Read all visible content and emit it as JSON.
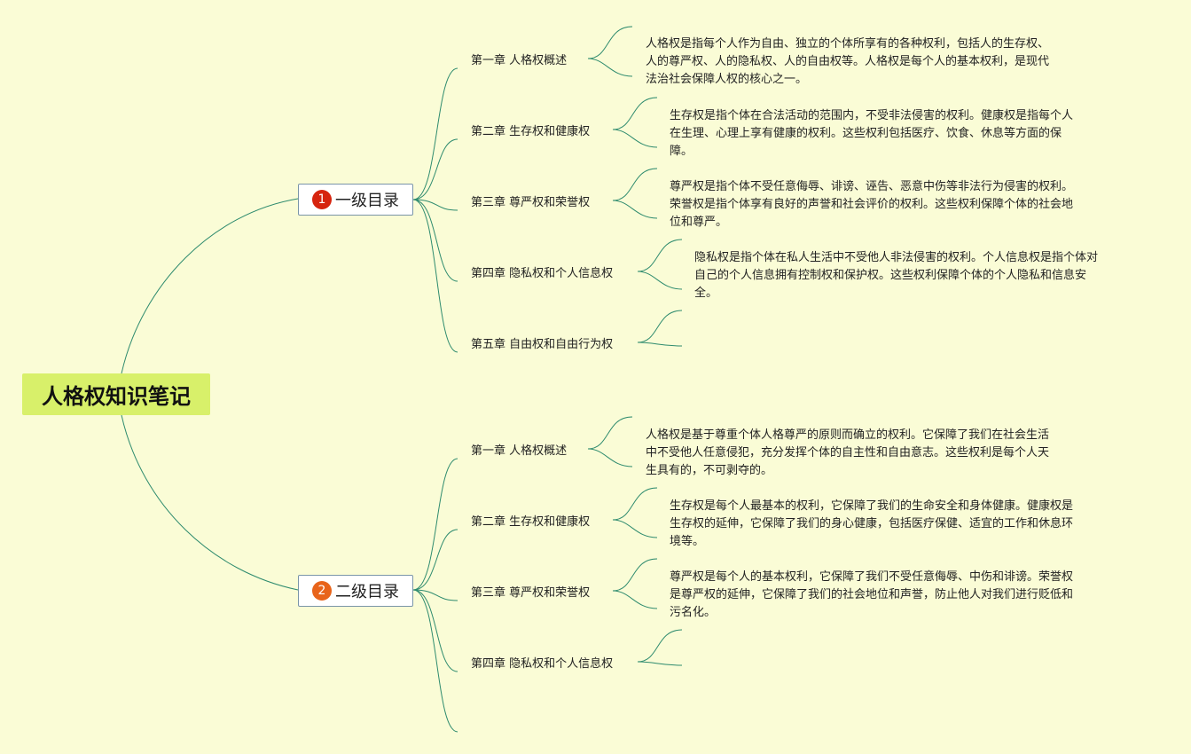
{
  "root": {
    "title": "人格权知识笔记",
    "color": "#d8f06a"
  },
  "line_color": "#2e8b6e",
  "branches": [
    {
      "label": "一级目录",
      "badge": "1",
      "badge_color": "#d6240e",
      "chapters": [
        {
          "title": "第一章 人格权概述",
          "desc": [
            "人格权是指每个人作为自由、独立的个体所享有的各种权利，包括人的生存权、",
            "人的尊严权、人的隐私权、人的自由权等。人格权是每个人的基本权利，是现代",
            "法治社会保障人权的核心之一。"
          ]
        },
        {
          "title": "第二章 生存权和健康权",
          "desc": [
            "生存权是指个体在合法活动的范围内，不受非法侵害的权利。健康权是指每个人",
            "在生理、心理上享有健康的权利。这些权利包括医疗、饮食、休息等方面的保",
            "障。"
          ]
        },
        {
          "title": "第三章 尊严权和荣誉权",
          "desc": [
            "尊严权是指个体不受任意侮辱、诽谤、诬告、恶意中伤等非法行为侵害的权利。",
            "荣誉权是指个体享有良好的声誉和社会评价的权利。这些权利保障个体的社会地",
            "位和尊严。"
          ]
        },
        {
          "title": "第四章 隐私权和个人信息权",
          "desc": [
            "隐私权是指个体在私人生活中不受他人非法侵害的权利。个人信息权是指个体对",
            "自己的个人信息拥有控制权和保护权。这些权利保障个体的个人隐私和信息安",
            "全。"
          ]
        },
        {
          "title": "第五章 自由权和自由行为权",
          "desc": []
        }
      ]
    },
    {
      "label": "二级目录",
      "badge": "2",
      "badge_color": "#e8641a",
      "chapters": [
        {
          "title": "第一章 人格权概述",
          "desc": [
            "人格权是基于尊重个体人格尊严的原则而确立的权利。它保障了我们在社会生活",
            "中不受他人任意侵犯，充分发挥个体的自主性和自由意志。这些权利是每个人天",
            "生具有的，不可剥夺的。"
          ]
        },
        {
          "title": "第二章 生存权和健康权",
          "desc": [
            "生存权是每个人最基本的权利，它保障了我们的生命安全和身体健康。健康权是",
            "生存权的延伸，它保障了我们的身心健康，包括医疗保健、适宜的工作和休息环",
            "境等。"
          ]
        },
        {
          "title": "第三章 尊严权和荣誉权",
          "desc": [
            "尊严权是每个人的基本权利，它保障了我们不受任意侮辱、中伤和诽谤。荣誉权",
            "是尊严权的延伸，它保障了我们的社会地位和声誉，防止他人对我们进行贬低和",
            "污名化。"
          ]
        },
        {
          "title": "第四章 隐私权和个人信息权",
          "desc": []
        },
        {
          "title": "",
          "desc": []
        }
      ]
    }
  ]
}
